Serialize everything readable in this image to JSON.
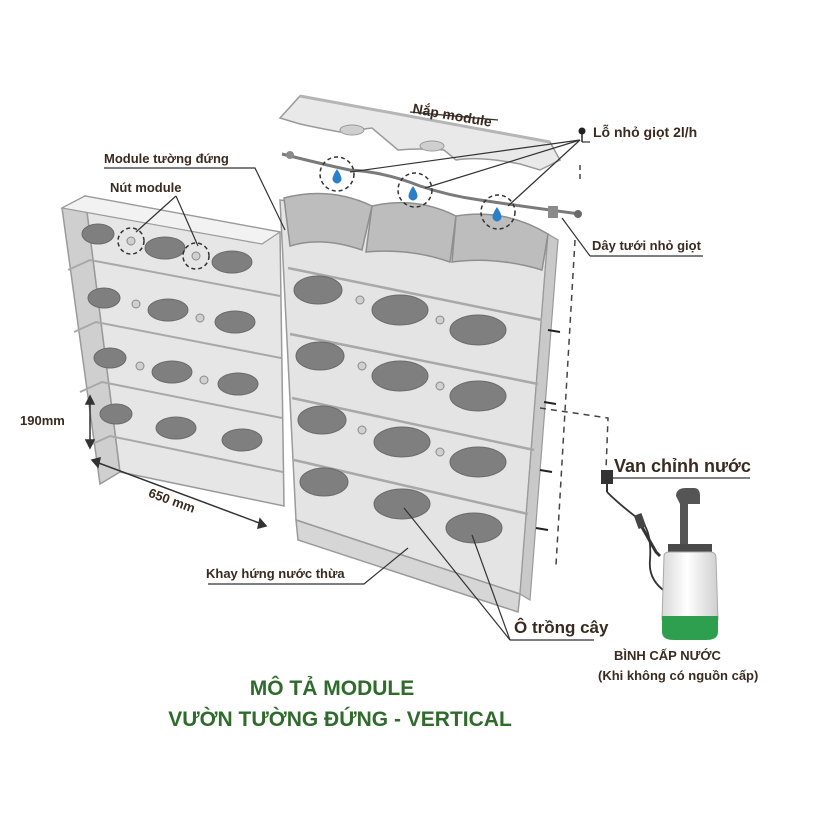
{
  "labels": {
    "module_lid": "Nắp module",
    "drip_hole": "Lỗ nhỏ giọt 2l/h",
    "wall_module": "Module tường đứng",
    "module_button": "Nút module",
    "drip_line": "Dây tưới nhỏ giọt",
    "height_dim": "190mm",
    "width_dim": "650 mm",
    "valve": "Van chỉnh nước",
    "overflow_tray": "Khay hứng nước thừa",
    "planting_pocket": "Ô trồng cây",
    "tank_title": "BÌNH CẤP NƯỚC",
    "tank_note": "(Khi không có nguồn cấp)"
  },
  "title": {
    "line1": "MÔ TẢ MODULE",
    "line2": "VƯỜN TƯỜNG ĐỨNG - VERTICAL"
  },
  "colors": {
    "module_fill": "#e4e4e4",
    "module_stroke": "#9a9a9a",
    "pocket": "#7d7d7d",
    "label_text": "#3a2a20",
    "title_green": "#2f6b2b",
    "tank_green": "#2e9e4f",
    "drop_blue": "#2a7fc9"
  }
}
